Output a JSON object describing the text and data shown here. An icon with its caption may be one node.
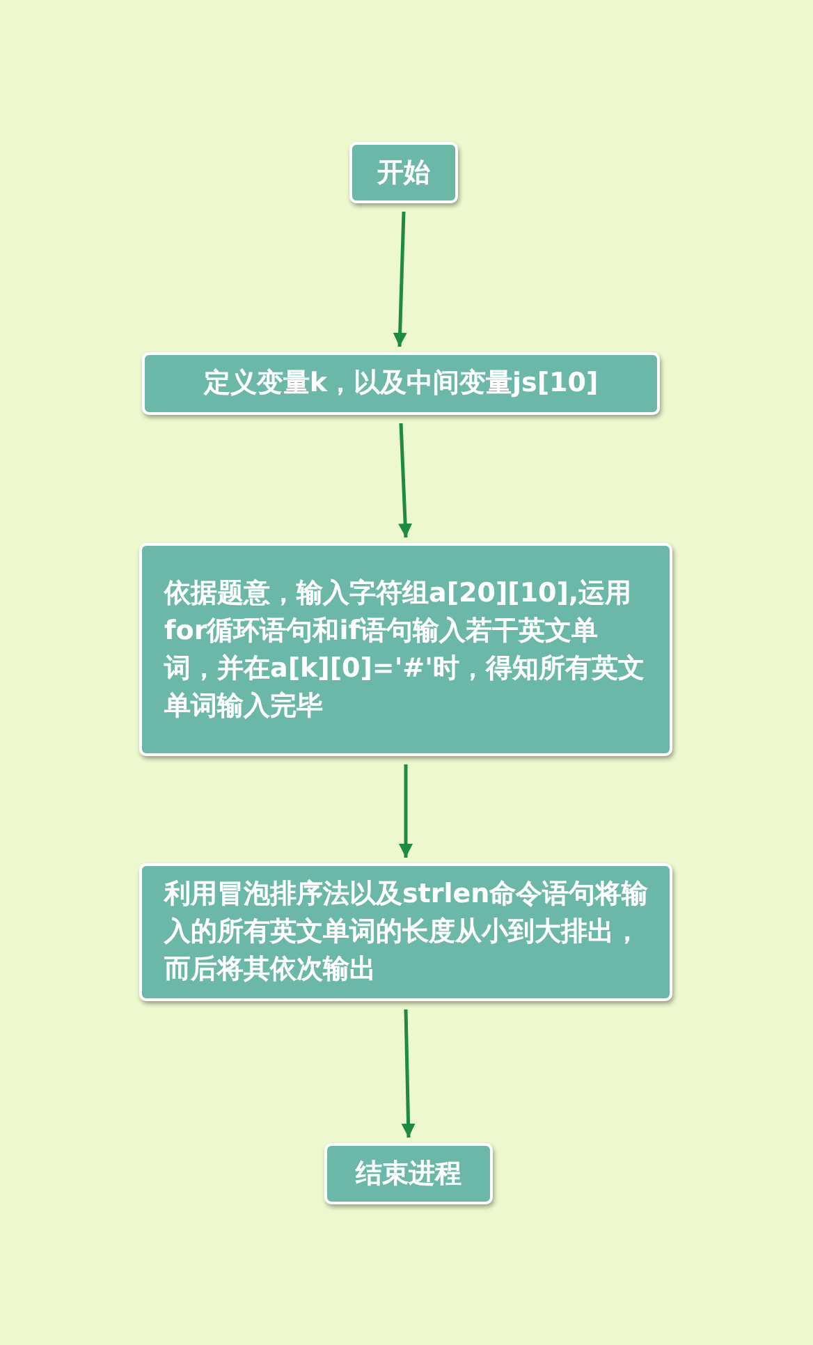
{
  "diagram": {
    "nodes": [
      {
        "text": [
          "开始"
        ]
      },
      {
        "text": [
          "定义变量k，以及中间变量js[10]"
        ]
      },
      {
        "text": [
          "依据题意，输入字符组a[20][10],运用for循环语句和if语句输入若干英文单词，并在a[k][0]='#'时，得知所有英文单词输入完毕"
        ]
      },
      {
        "text": [
          "利用冒泡排序法以及strlen命令语句将输入的所有英文单词的长度从小到大排出，而后将其依次输出"
        ]
      },
      {
        "text": [
          "结束进程"
        ]
      }
    ],
    "edges": [
      {
        "from": 0,
        "to": 1,
        "arrow": "to"
      },
      {
        "from": 1,
        "to": 2,
        "arrow": "to"
      },
      {
        "from": 2,
        "to": 3,
        "arrow": "to"
      },
      {
        "from": 3,
        "to": 4,
        "arrow": "to"
      }
    ]
  }
}
